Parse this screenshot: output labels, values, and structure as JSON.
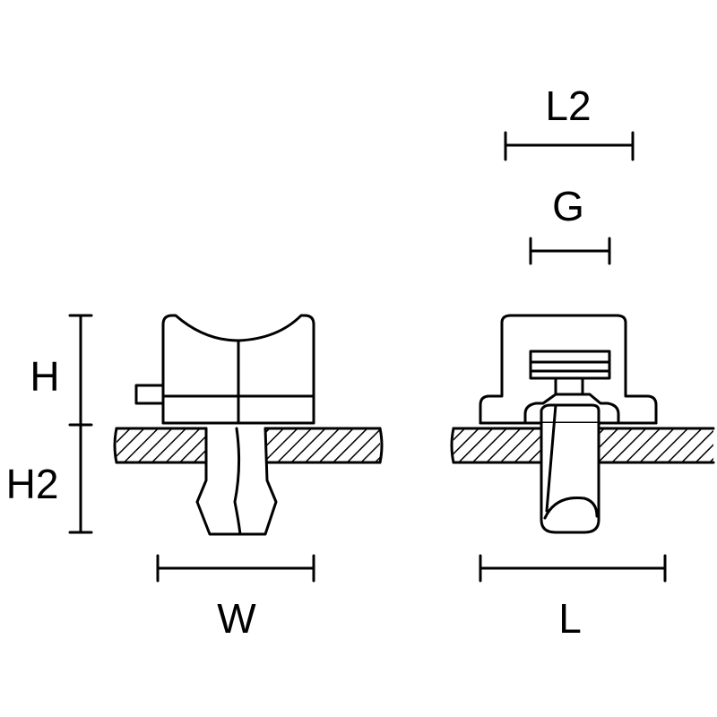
{
  "diagram": {
    "labels": {
      "height": "H",
      "height2": "H2",
      "width": "W",
      "length": "L",
      "length2": "L2",
      "gap": "G"
    },
    "colors": {
      "stroke": "#000000",
      "fill": "#ffffff"
    }
  }
}
